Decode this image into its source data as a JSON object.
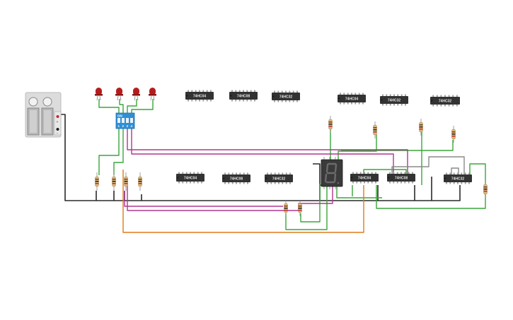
{
  "circuit": {
    "chips": [
      {
        "label": "74HC04"
      },
      {
        "label": "74HC08"
      },
      {
        "label": "74HC32"
      },
      {
        "label": "74HC04"
      },
      {
        "label": "74HC32"
      },
      {
        "label": "74HC32"
      },
      {
        "label": "74HC04"
      },
      {
        "label": "74HC08"
      },
      {
        "label": "74HC32"
      },
      {
        "label": "74HC04"
      },
      {
        "label": "74HC08"
      },
      {
        "label": "74HC32"
      }
    ],
    "dip_switch": {
      "on_label": "ON",
      "numbers": [
        "1",
        "2",
        "3",
        "4"
      ]
    },
    "display": {
      "digit": "8"
    },
    "battery": {
      "plus": "+",
      "minus": "−"
    },
    "colors": {
      "wire_black": "#2a2a2a",
      "wire_green": "#3aa63a",
      "wire_magenta": "#b0368f",
      "wire_orange": "#e07a1a",
      "wire_gray": "#8a8a8a",
      "led_red": "#b51d1d",
      "dip_blue": "#2f8fd6",
      "chip_body": "#333333"
    }
  }
}
